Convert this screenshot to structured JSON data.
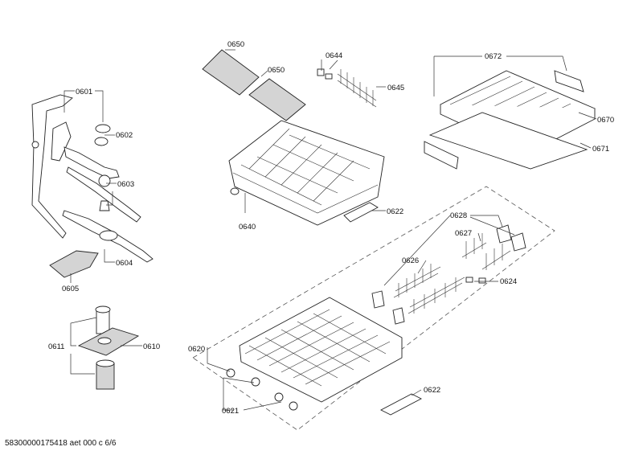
{
  "part_labels": {
    "p0601": "0601",
    "p0602": "0602",
    "p0603": "0603",
    "p0604": "0604",
    "p0605": "0605",
    "p0610": "0610",
    "p0611": "0611",
    "p0650a": "0650",
    "p0650b": "0650",
    "p0644": "0644",
    "p0645": "0645",
    "p0640": "0640",
    "p0622a": "0622",
    "p0672": "0672",
    "p0670": "0670",
    "p0671": "0671",
    "p0628": "0628",
    "p0627": "0627",
    "p0626": "0626",
    "p0624": "0624",
    "p0620": "0620",
    "p0621": "0621",
    "p0622b": "0622"
  },
  "footer": {
    "doc_id": "58300000175418 aet 000 c 6/6"
  }
}
